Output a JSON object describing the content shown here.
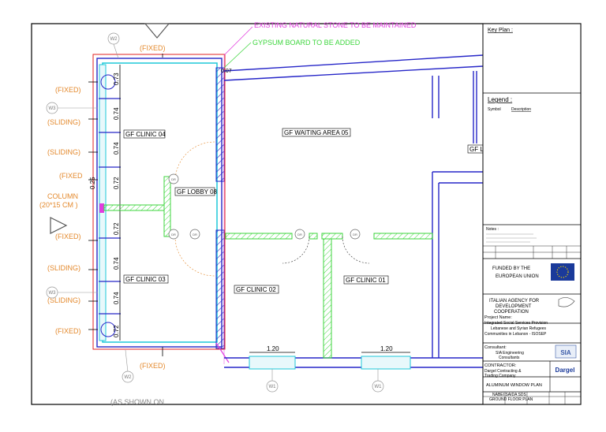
{
  "annotations": {
    "natural_stone": "EXISTING NATURAL STONE TO BE MAINTAINED",
    "gypsum_board": "GYPSUM BOARD TO BE ADDED",
    "column": "COLUMN",
    "column_size": "(20*15 CM )",
    "as_shown_on": "(AS SHOWN ON",
    "fixed": "(FIXED)",
    "fixed_partial": "(FIXED",
    "sliding": "(SLIDING)"
  },
  "rooms": {
    "clinic04": "GF CLINIC 04",
    "waiting05": "GF WAITING AREA 05",
    "lobby08": "GF LOBBY 08",
    "clinic03": "GF CLINIC 03",
    "clinic02": "GF CLINIC 02",
    "clinic01": "GF CLINIC 01",
    "gf_partial": "GF L"
  },
  "dimensions": {
    "d073": "0.73",
    "d074a": "0.74",
    "d074b": "0.74",
    "d072a": "0.72",
    "d025": "0.25",
    "d072b": "0.72",
    "d074c": "0.74",
    "d074d": "0.74",
    "d072c": "0.72",
    "d007": "0.07",
    "w120a": "1.20",
    "w120b": "1.20"
  },
  "tags": {
    "w2": "W2",
    "w3": "W3",
    "w1": "W1",
    "dr": "DR"
  },
  "title_block": {
    "key_plan": "Key Plan :",
    "legend": "Legend :",
    "symbol": "Symbol",
    "description": "Description",
    "notes": "Notes :",
    "funded_line1": "FUNDED BY THE",
    "funded_line2": "EUROPEAN UNION",
    "agency_line1": "ITALIAN AGENCY FOR",
    "agency_line2": "DEVELOPMENT",
    "agency_line3": "COOPERATION",
    "project_name": "Project Name:",
    "project_line1": "Integrated Social Services Provision",
    "project_line2": "Lebanese and Syrian Refugees",
    "project_line3": "Communities in Lebanon - ISOSEP",
    "consultant": "Consultant:",
    "consultant_line1": "SIA Engineering",
    "consultant_line2": "Consultants",
    "consultant_logo": "SIA",
    "contractor": "CONTRACTOR:",
    "contractor_line1": "Dargel Contracting &",
    "contractor_line2": "Trading Company",
    "contractor_logo": "Dargel",
    "drawing_title": "ALUMINUM WINDOW PLAN",
    "site_line1": "NABEI SAIDA SDS",
    "site_line2": "GROUND FLOOR PLAN"
  },
  "colors": {
    "magenta": "#e23ce0",
    "green": "#3ed63e",
    "orange": "#e48a2e",
    "blue": "#2626c8",
    "cyan": "#1ec8d8",
    "red": "#e02222"
  }
}
